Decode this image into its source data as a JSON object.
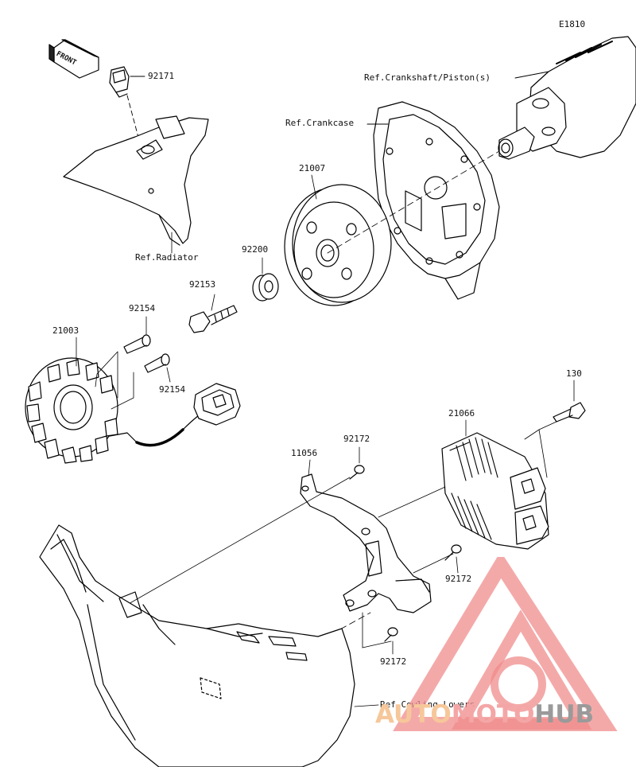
{
  "figure_code": "E1810",
  "front_badge": "FRONT",
  "callouts": {
    "p92171": "92171",
    "p21007": "21007",
    "p92200": "92200",
    "p92153": "92153",
    "p92154a": "92154",
    "p92154b": "92154",
    "p21003": "21003",
    "p130": "130",
    "p21066": "21066",
    "p92172a": "92172",
    "p11056": "11056",
    "p92172b": "92172",
    "p92172c": "92172"
  },
  "references": {
    "crankshaft": "Ref.Crankshaft/Piston(s)",
    "crankcase": "Ref.Crankcase",
    "radiator": "Ref.Radiator",
    "cowling": "Ref.Cowling Lowers"
  },
  "watermark": {
    "part1": "AUTO",
    "part2": "MOTO",
    "part3": "HUB",
    "colors": {
      "auto": "#f6c79a",
      "moto": "#f4a6a6",
      "hub": "#9a9a9a",
      "logo": "#f08c8c"
    }
  }
}
